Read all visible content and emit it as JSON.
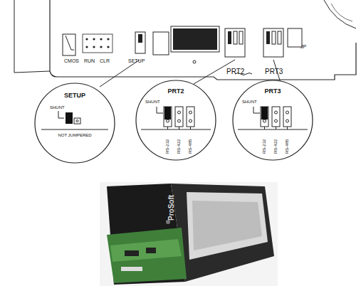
{
  "diagram": {
    "nodes": [
      {
        "text": [
          "SETUP",
          "SHUNT",
          "NOT JUMPERED"
        ]
      },
      {
        "text": [
          "PRT2",
          "SHUNT",
          "RS-232",
          "RS-422",
          "RS-485"
        ]
      },
      {
        "text": [
          "PRT3",
          "SHUNT",
          "RS-232",
          "RS-422",
          "RS-485"
        ]
      }
    ],
    "labels": [
      "CMOS",
      "RUN",
      "CLR",
      "SETUP",
      "PRT2",
      "PRT3",
      "JP",
      "ProSoft"
    ]
  }
}
